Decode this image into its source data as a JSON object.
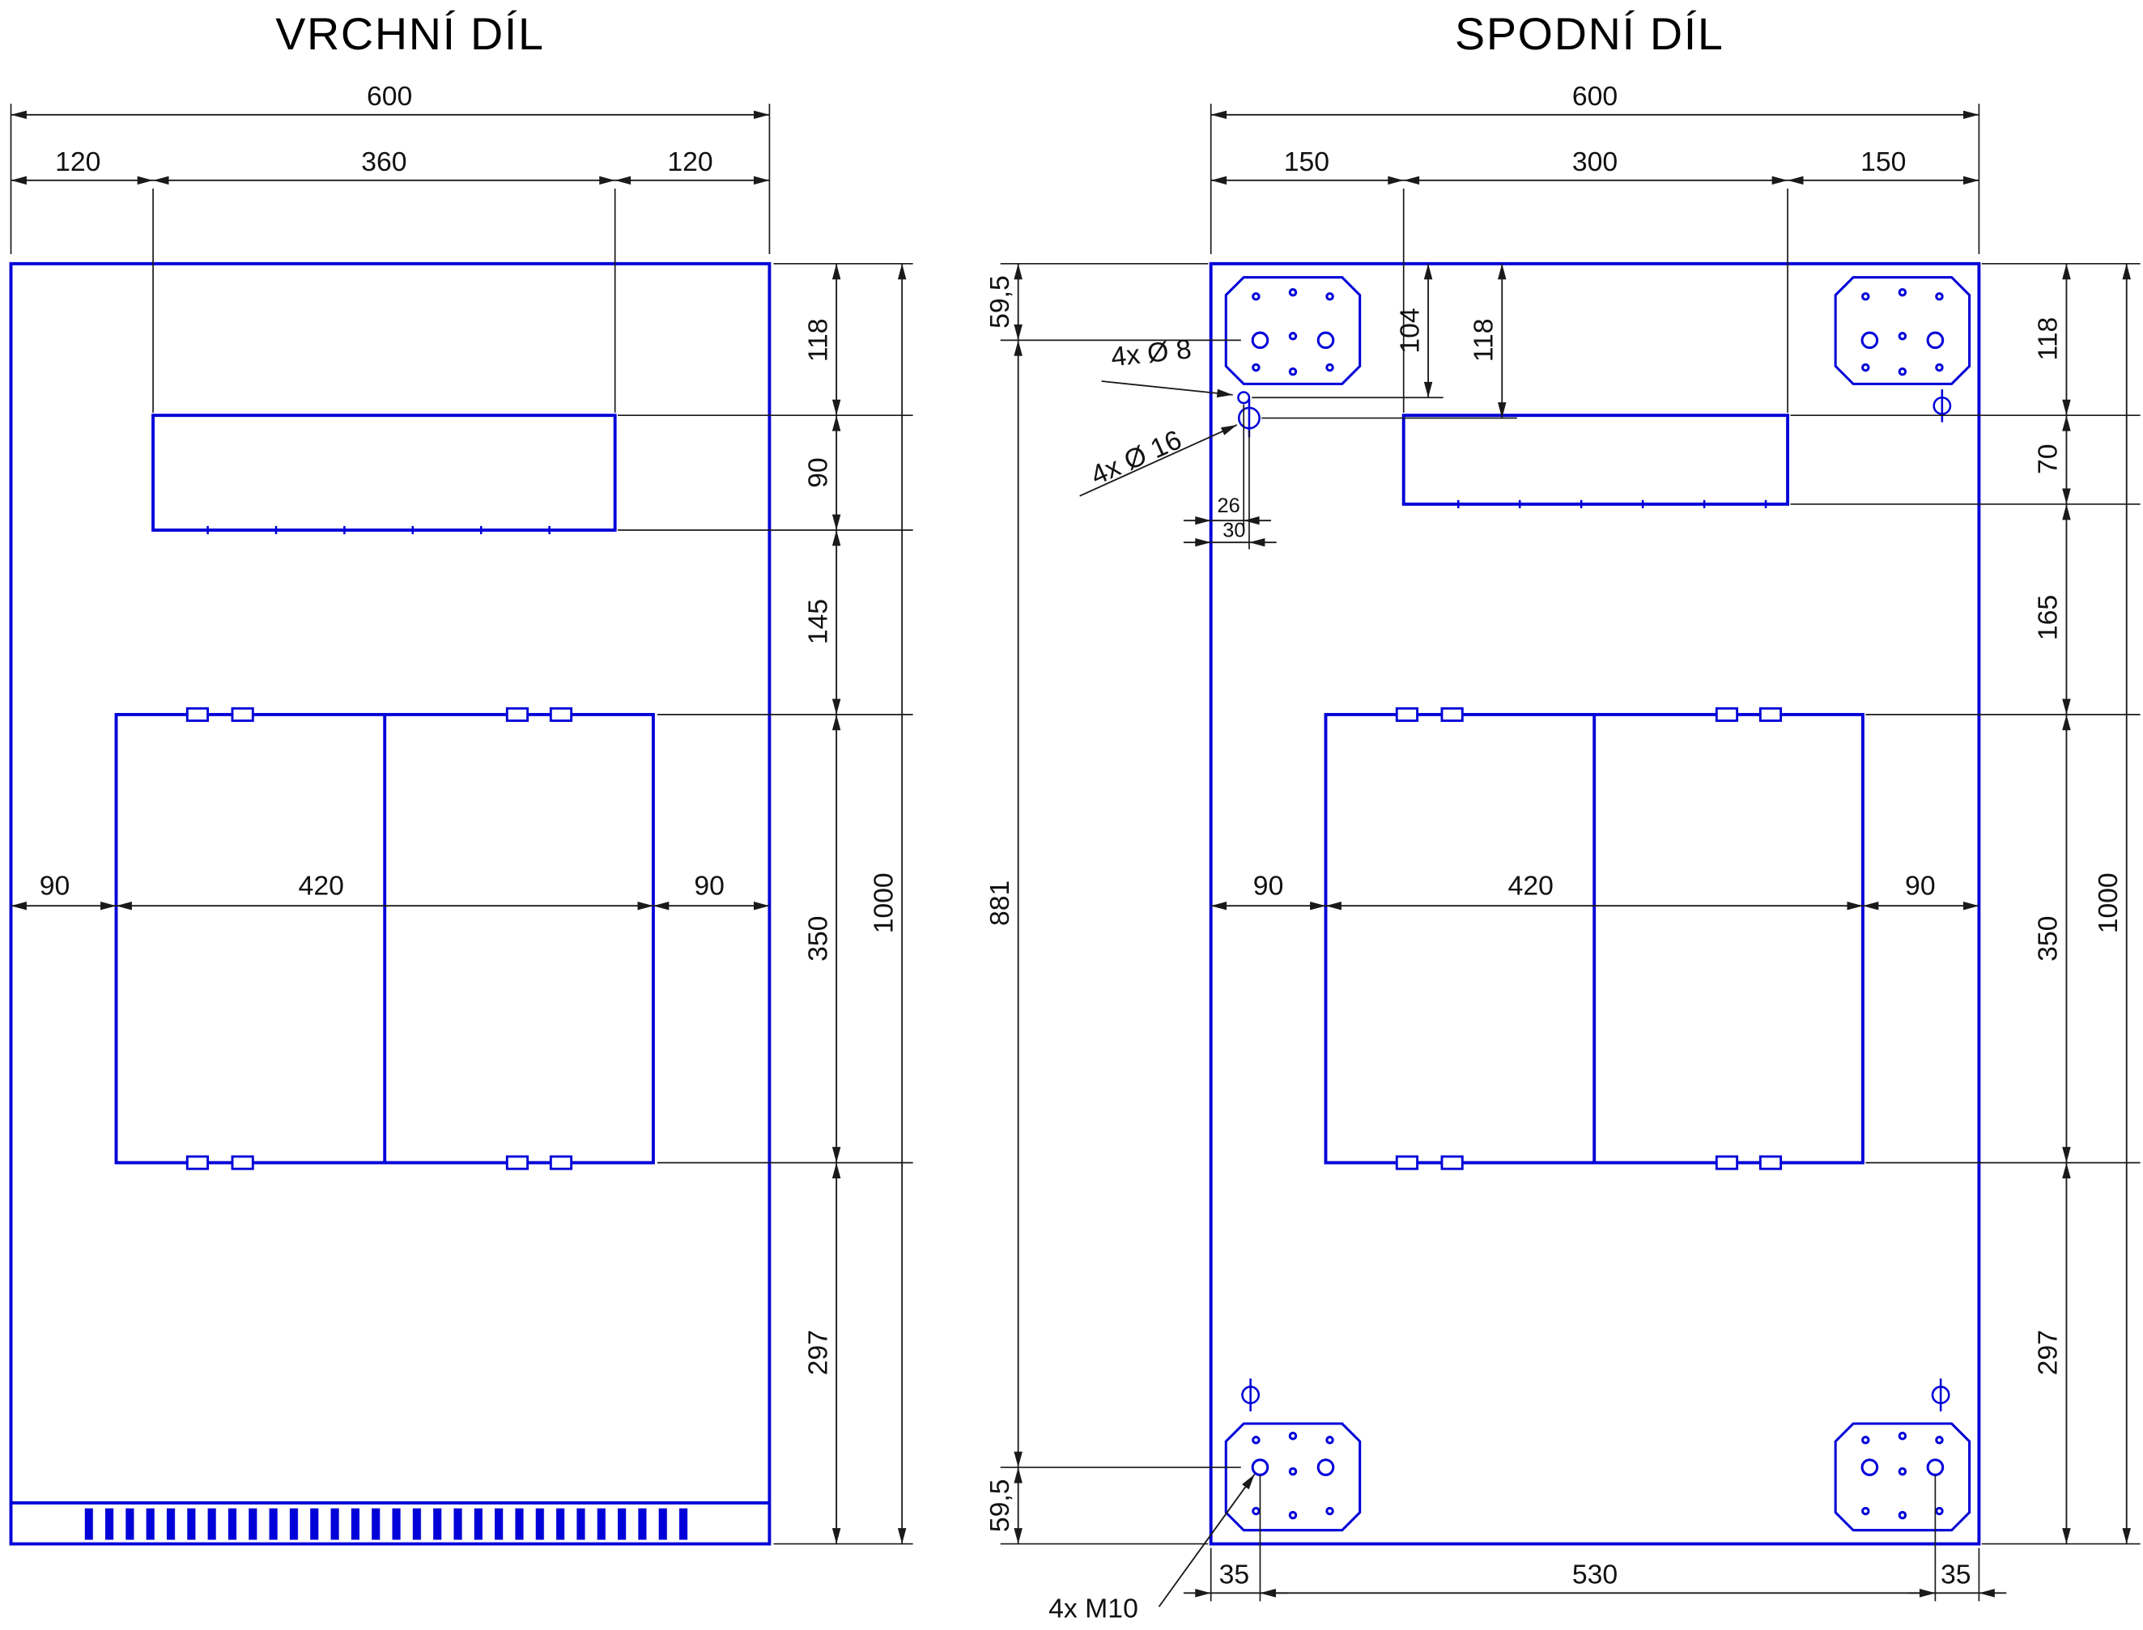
{
  "top_part": {
    "title": "VRCHNÍ DÍL",
    "dim_total_width": "600",
    "dim_w_left": "120",
    "dim_w_mid": "360",
    "dim_w_right": "120",
    "dim_h1": "118",
    "dim_h2": "90",
    "dim_h3": "145",
    "dim_h4": "350",
    "dim_h5": "297",
    "dim_total_height": "1000",
    "dim_m_left": "90",
    "dim_m_mid": "420",
    "dim_m_right": "90"
  },
  "bottom_part": {
    "title": "SPODNÍ DÍL",
    "dim_total_width": "600",
    "dim_w_left": "150",
    "dim_w_mid": "300",
    "dim_w_right": "150",
    "dim_offset_top": "59,5",
    "dim_span": "881",
    "dim_offset_bottom": "59,5",
    "dim_v104": "104",
    "dim_v118": "118",
    "label_hole8": "4x Ø 8",
    "label_hole16": "4x Ø 16",
    "label_m10": "4x M10",
    "dim_26": "26",
    "dim_30": "30",
    "dim_h1": "118",
    "dim_h2": "70",
    "dim_h3": "165",
    "dim_h4": "350",
    "dim_h5": "297",
    "dim_total_height": "1000",
    "dim_m_left": "90",
    "dim_m_mid": "420",
    "dim_m_right": "90",
    "dim_b_left": "35",
    "dim_b_mid": "530",
    "dim_b_right": "35"
  },
  "colors": {
    "part_outline": "#0000d8",
    "dimension": "#1a1a1a"
  }
}
